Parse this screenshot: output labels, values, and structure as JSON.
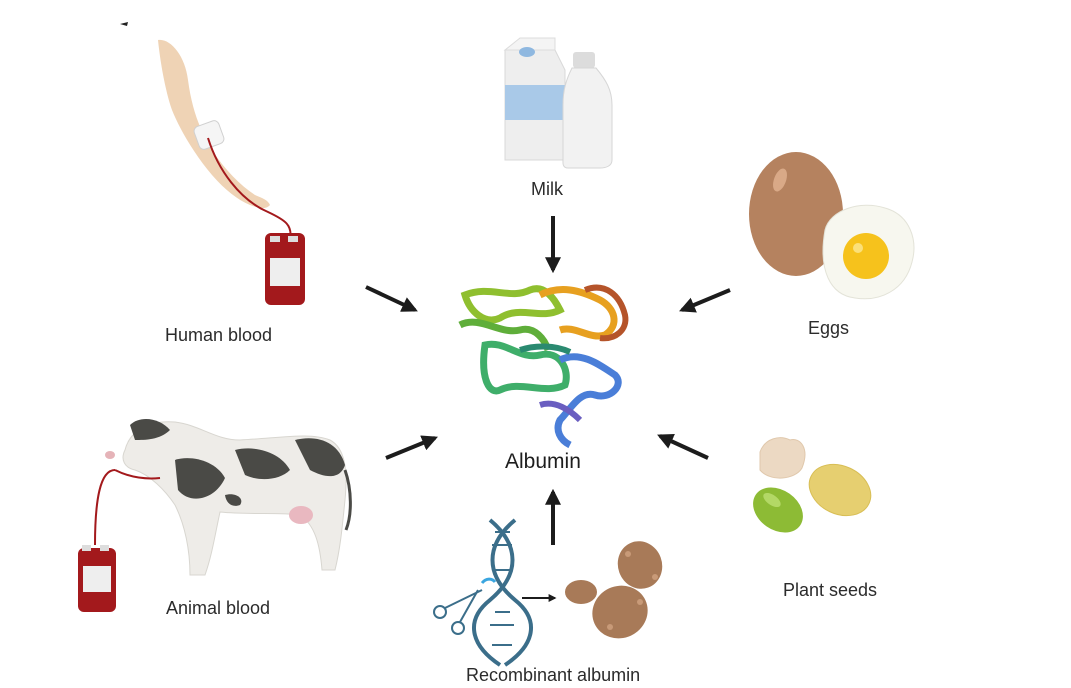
{
  "diagram": {
    "center": {
      "label": "Albumin",
      "icon": "protein-structure-icon"
    },
    "sources": [
      {
        "id": "human-blood",
        "label": "Human blood",
        "icon": "arm-blood-bag-icon"
      },
      {
        "id": "milk",
        "label": "Milk",
        "icon": "milk-carton-bottle-icon"
      },
      {
        "id": "eggs",
        "label": "Eggs",
        "icon": "egg-icon"
      },
      {
        "id": "animal-blood",
        "label": "Animal blood",
        "icon": "cow-blood-bag-icon"
      },
      {
        "id": "recombinant-albumin",
        "label": "Recombinant albumin",
        "icon": "dna-scissors-yeast-icon"
      },
      {
        "id": "plant-seeds",
        "label": "Plant seeds",
        "icon": "seeds-icon"
      }
    ],
    "edges": [
      {
        "from": "human-blood",
        "to": "albumin"
      },
      {
        "from": "milk",
        "to": "albumin"
      },
      {
        "from": "eggs",
        "to": "albumin"
      },
      {
        "from": "animal-blood",
        "to": "albumin"
      },
      {
        "from": "recombinant-albumin",
        "to": "albumin"
      },
      {
        "from": "plant-seeds",
        "to": "albumin"
      }
    ],
    "colors": {
      "arrow": "#1c1c1c",
      "blood": "#a3191c",
      "skin": "#efd3b5",
      "milk_blue": "#a9c9e8",
      "egg_shell": "#b5825f",
      "yolk": "#f6c21c",
      "dna": "#3b6e8a",
      "yeast": "#a87a58",
      "seed_green": "#8dbb35",
      "seed_yellow": "#e6cf70",
      "seed_beige": "#ecd9c3"
    }
  }
}
